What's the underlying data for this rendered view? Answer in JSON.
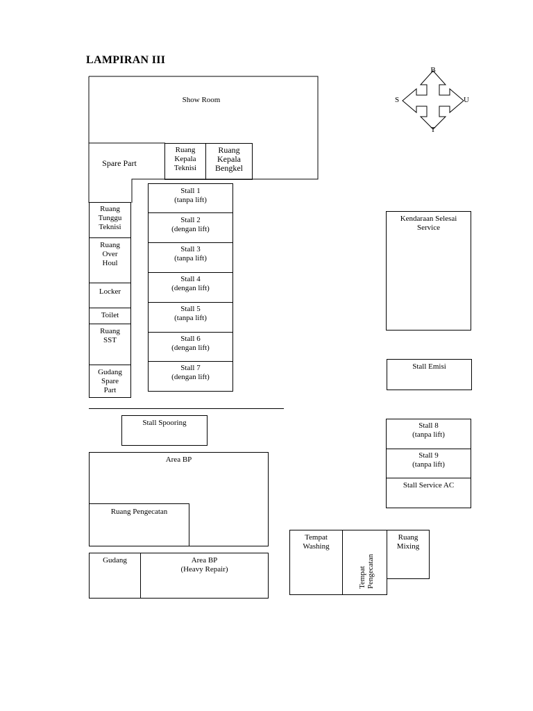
{
  "title": "LAMPIRAN III",
  "compass": {
    "north": "U",
    "south": "S",
    "east": "T",
    "west": "B"
  },
  "rooms": {
    "show_room": "Show Room",
    "spare_part": "Spare Part",
    "ruang_kepala_teknisi": "Ruang\nKepala\nTeknisi",
    "ruang_kepala_bengkel": "Ruang\nKepala\nBengkel",
    "ruang_tunggu_teknisi": "Ruang\nTunggu\nTeknisi",
    "ruang_over_houl": "Ruang\nOver\nHoul",
    "locker": "Locker",
    "toilet": "Toilet",
    "ruang_sst": "Ruang\nSST",
    "gudang_spare_part": "Gudang\nSpare\nPart",
    "stall_1": "Stall 1\n(tanpa lift)",
    "stall_2": "Stall 2\n(dengan lift)",
    "stall_3": "Stall 3\n(tanpa lift)",
    "stall_4": "Stall 4\n(dengan lift)",
    "stall_5": "Stall 5\n(tanpa lift)",
    "stall_6": "Stall 6\n(dengan lift)",
    "stall_7": "Stall 7\n(dengan lift)",
    "kendaraan_selesai_service": "Kendaraan Selesai\nService",
    "stall_emisi": "Stall Emisi",
    "stall_spooring": "Stall Spooring",
    "stall_8": "Stall 8\n(tanpa lift)",
    "stall_9": "Stall 9\n(tanpa lift)",
    "stall_service_ac": "Stall Service AC",
    "area_bp": "Area BP",
    "ruang_pengecatan": "Ruang Pengecatan",
    "gudang": "Gudang",
    "area_bp_heavy": "Area BP\n(Heavy Repair)",
    "tempat_washing": "Tempat\nWashing",
    "tempat_pengecatan": "Tempat\nPengecatan",
    "ruang_mixing": "Ruang\nMixing"
  }
}
